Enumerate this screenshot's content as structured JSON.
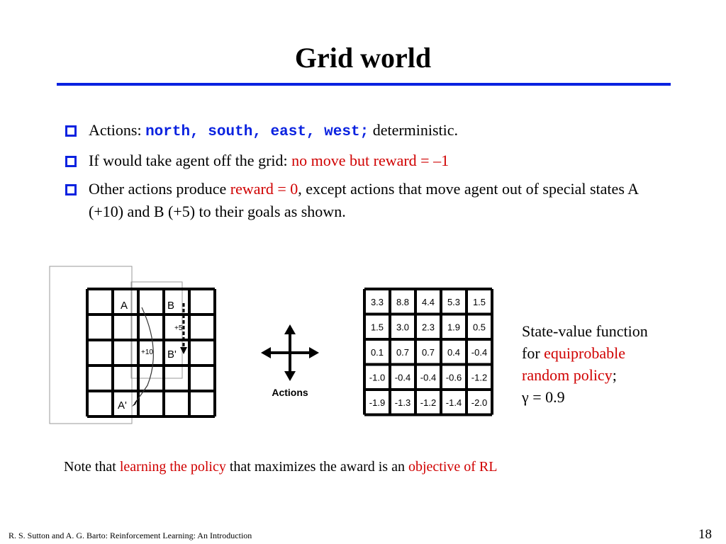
{
  "title": "Grid world",
  "bullets": {
    "b1": {
      "prefix": "Actions: ",
      "actions": [
        "north",
        "south",
        "east",
        "west;"
      ],
      "suffix": " deterministic."
    },
    "b2": {
      "text": "If would take agent off the grid: ",
      "red": "no move but reward = –1"
    },
    "b3": {
      "prefix": "Other actions produce ",
      "red": "reward = 0",
      "suffix": ", except actions that move agent out of special states A (+10) and B (+5) to their goals as shown."
    }
  },
  "left_grid": {
    "labels": {
      "A": "A",
      "B": "B",
      "A_prime": "A'",
      "B_prime": "B'",
      "plus10": "+10",
      "plus5": "+5"
    }
  },
  "actions_diagram": {
    "label": "Actions"
  },
  "value_grid": {
    "values": [
      [
        "3.3",
        "8.8",
        "4.4",
        "5.3",
        "1.5"
      ],
      [
        "1.5",
        "3.0",
        "2.3",
        "1.9",
        "0.5"
      ],
      [
        "0.1",
        "0.7",
        "0.7",
        "0.4",
        "-0.4"
      ],
      [
        "-1.0",
        "-0.4",
        "-0.4",
        "-0.6",
        "-1.2"
      ],
      [
        "-1.9",
        "-1.3",
        "-1.2",
        "-1.4",
        "-2.0"
      ]
    ]
  },
  "caption": {
    "line1": "State-value function",
    "line2_prefix": "for ",
    "line2_red": "equiprobable",
    "line3_red": "random policy",
    "line3_suffix": ";",
    "line4": "γ = 0.9"
  },
  "note": {
    "prefix": "Note that ",
    "red1": "learning the policy",
    "middle": " that maximizes the award is an ",
    "red2": "objective of RL"
  },
  "footer": "R. S. Sutton and A. G. Barto: Reinforcement Learning: An Introduction",
  "page_number": "18",
  "colors": {
    "accent_blue": "#0a22e0",
    "highlight_red": "#d00000"
  }
}
